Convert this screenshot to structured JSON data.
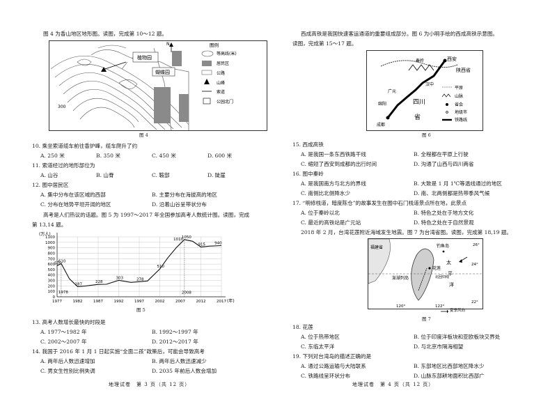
{
  "left": {
    "intro_fig4": "图 4 为香山地区地形图。读图，完成第 10～12 题。",
    "fig4": {
      "labels": [
        "植物园",
        "蝴蝶园",
        "300"
      ],
      "legend_title": "图例",
      "legend": [
        "等高线(米)",
        "居民区",
        "公路",
        "山峰",
        "索道",
        "公园北门"
      ],
      "north": "N",
      "caption": "图 4"
    },
    "q10": {
      "stem": "10. 乘坐索道缆车前往香炉峰，缆车爬升了约",
      "opts": [
        "A. 250 米",
        "B. 350 米",
        "C. 450 米",
        "D. 600 米"
      ]
    },
    "q11": {
      "stem": "11. 索道经过的地形部位为",
      "opts": [
        "A. 山谷",
        "B. 山脊",
        "C. 鞍部",
        "D. 陡崖"
      ]
    },
    "q12": {
      "stem": "12. 图中居民区",
      "opts": [
        "A. 集中分布在该区域的西部",
        "B. 主要分布在海拔高的地区",
        "C. 分布在地势平坦开阔的地区",
        "D. 沿着山谷呈带状分布"
      ]
    },
    "intro_fig5": [
      "高考是人们热议的话题。图 5 为 1997～2017 年全国参加高考人数统计图。读图，完成",
      "第 13,14 题。"
    ],
    "fig5_caption": "图 5",
    "q13": {
      "stem": "13. 高考人数增长最快的时段是",
      "opts": [
        "A. 1977～1982 年",
        "B. 1992～1997 年",
        "C. 2002～2007 年",
        "D. 2012～2017 年"
      ]
    },
    "q14": {
      "stem": "14. 我国于 2016 年 1 月 1 日起实施“全面二孩”政策后，可能会导致高考",
      "opts": [
        "A. 两年后人数迅速增加",
        "B. 两年后人数迅速减少",
        "C. 男女生性别比例失调",
        "D. 2035 年前后人数会增加"
      ]
    },
    "footer": "地理试卷　第 3 页（共 12 页）"
  },
  "chart_data": {
    "type": "line",
    "title": "",
    "ylabel": "(万人)",
    "xlabel": "(年)",
    "x": [
      1977,
      1978,
      1980,
      1982,
      1984,
      1987,
      1989,
      1992,
      1995,
      1997,
      1999,
      2002,
      2004,
      2006,
      2008,
      2010,
      2012,
      2014,
      2017
    ],
    "values": [
      570,
      610,
      330,
      187,
      200,
      228,
      230,
      303,
      265,
      278,
      290,
      510,
      720,
      900,
      1050,
      1020,
      915,
      930,
      940
    ],
    "point_labels": [
      {
        "x": 1977,
        "y": 570,
        "label": "570"
      },
      {
        "x": 1978,
        "y": 610,
        "label": "610"
      },
      {
        "x": 1978,
        "y": 40,
        "label": "1978"
      },
      {
        "x": 1982,
        "y": 187,
        "label": "187"
      },
      {
        "x": 1987,
        "y": 228,
        "label": "228"
      },
      {
        "x": 1992,
        "y": 303,
        "label": "303"
      },
      {
        "x": 1997,
        "y": 278,
        "label": "278"
      },
      {
        "x": 2002,
        "y": 510,
        "label": "510"
      },
      {
        "x": 2006,
        "y": 1010,
        "label": "1010"
      },
      {
        "x": 2008,
        "y": 1050,
        "label": "1050"
      },
      {
        "x": 2008,
        "y": 30,
        "label": "2008"
      },
      {
        "x": 2012,
        "y": 915,
        "label": "915"
      },
      {
        "x": 2016,
        "y": 940,
        "label": "940"
      }
    ],
    "y_ticks": [
      0,
      100,
      200,
      300,
      400,
      500,
      600,
      700,
      800,
      900,
      1000,
      1100
    ],
    "x_ticks": [
      "1977",
      "1982",
      "1987",
      "1992",
      "1997",
      "2002",
      "2007",
      "2012",
      "2017"
    ],
    "ylim": [
      0,
      1100
    ],
    "xlim": [
      1977,
      2017
    ],
    "grid": true,
    "dashed_x": [
      1978,
      2008
    ]
  },
  "right": {
    "intro_fig6": [
      "西成高铁是我国快速客运通道的重要组成部分。图 6 为小明手绘的西成高铁示意图。",
      "读图，完成第 15～17 题。"
    ],
    "fig6": {
      "labels": [
        "西安",
        "陕西省",
        "秦岭",
        "汉中",
        "广元",
        "绵阳",
        "成都",
        "四川",
        "省"
      ],
      "legend": [
        "平原",
        "山脉",
        "省会",
        "地级市",
        "铁路线"
      ],
      "caption": "图 6"
    },
    "q15": {
      "stem": "15. 西成高铁",
      "opts": [
        "A. 是我国一条东西铁路干线",
        "B. 全程都在平原上行驶",
        "C. 缩短了西安到成都的出行时间",
        "D. 沟通了山西与四川两省"
      ]
    },
    "q16": {
      "stem": "16. 图中秦岭",
      "opts": [
        "A. 是我国南方与北方的界线",
        "B. 大致是 1 月 1℃等温线通过的地区",
        "C. 南侧比北侧降水少",
        "D. 南、北两侧都是热带季风气候"
      ]
    },
    "q17": {
      "stem": "17. “明修栈道，暗度陈仓”的故事发生在图中石门栈道景点所在地，此景点",
      "opts": [
        "A. 位于秦岭以北",
        "B. 特色之处在于地方文化",
        "C. 最近的高铁站是广元站",
        "D. 特色之处在于自然景观"
      ]
    },
    "intro_fig7": [
      "2018 年 2 月，台湾花莲附近海域发生地震。图 7 为台湾省图。读图，完成第 18,19 题。"
    ],
    "fig7": {
      "labels": [
        "福建省",
        "钓鱼岛",
        "太",
        "平",
        "洋",
        "花莲",
        "澎湖列岛",
        "北回归线",
        "26°",
        "24°",
        "22°",
        "120°",
        "122°",
        "夏季风向"
      ],
      "caption": "图 7"
    },
    "q18": {
      "stem": "18. 花莲",
      "opts": [
        "A. 位于热带地区",
        "B. 位于印度洋板块和亚欧板块交界处",
        "C. 东临太平洋",
        "D. 与北京市隔海相望"
      ]
    },
    "q19": {
      "stem": "19. 下列对台湾岛的描述正确的是",
      "opts": [
        "A. 通过公路运输与大陆联系",
        "B. 东部地区比西部地区降水少",
        "C. 铁路线呈环状分布",
        "D. 山脉东部耕地面积比西部广"
      ]
    },
    "footer": "地理试卷　第 4 页（共 12 页）"
  }
}
